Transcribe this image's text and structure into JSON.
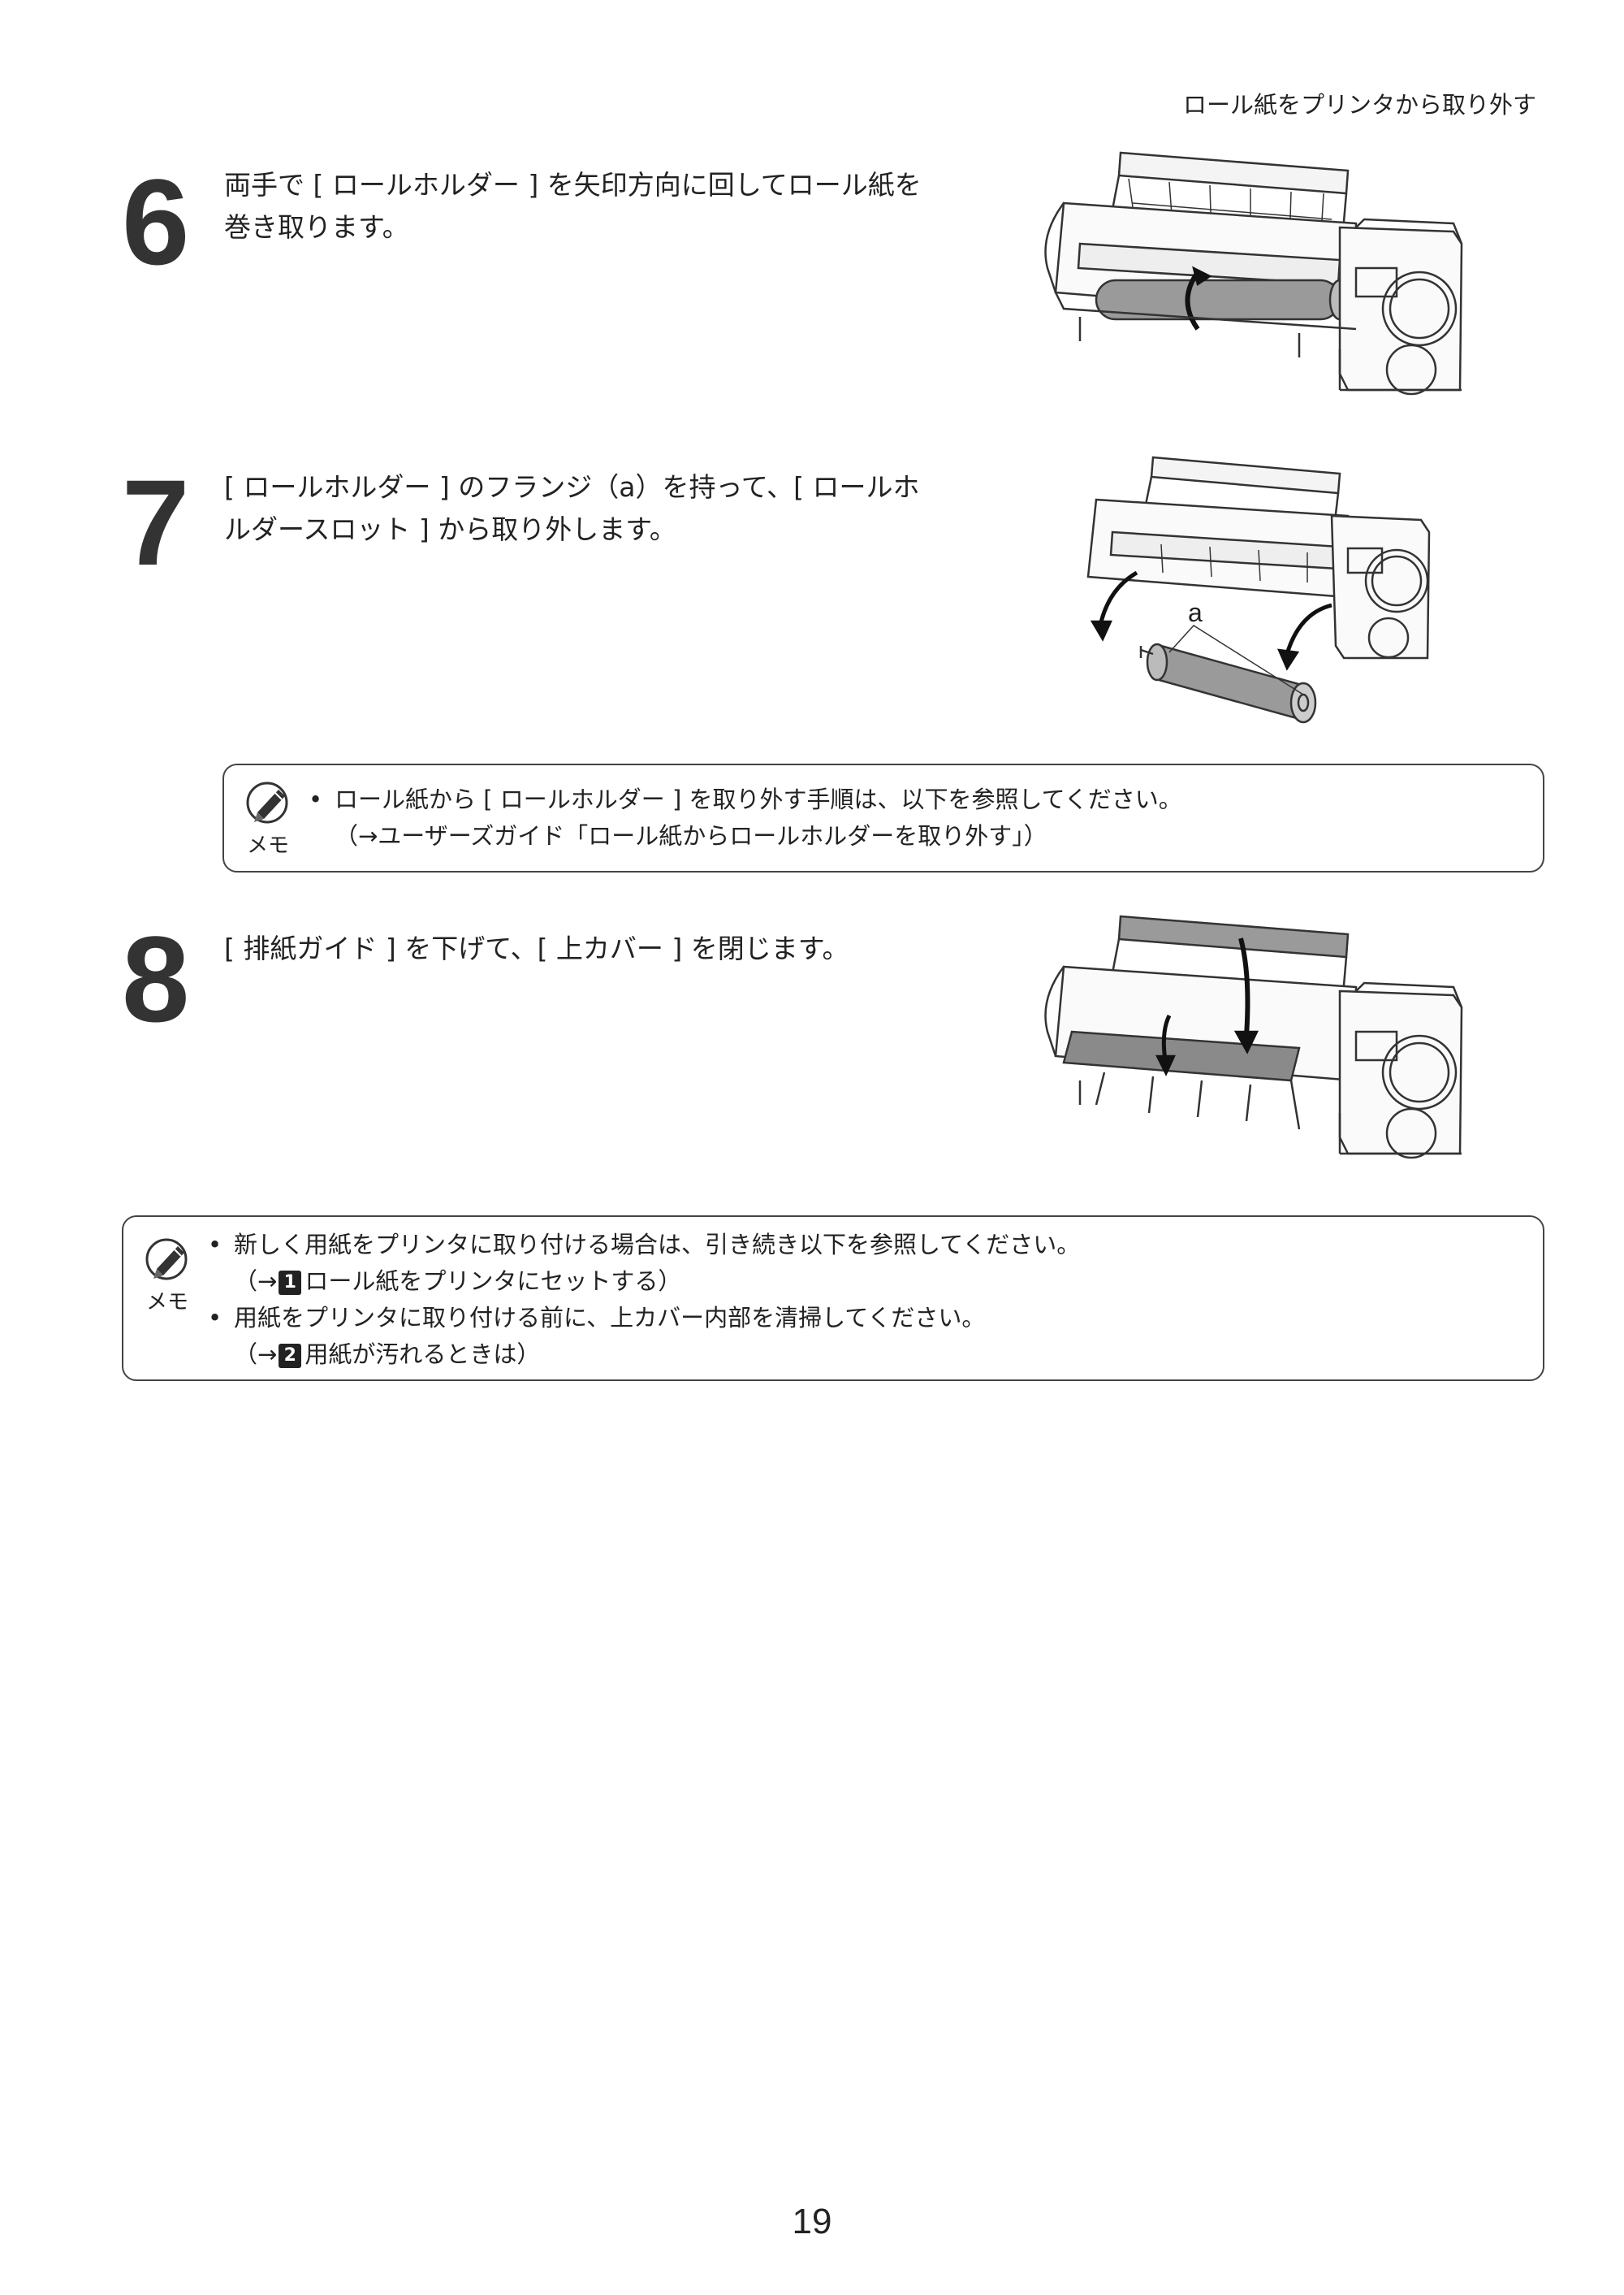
{
  "header": {
    "section_title": "ロール紙をプリンタから取り外す"
  },
  "steps": [
    {
      "number": "6",
      "text_line1": "両手で [ ロールホルダー ] を矢印方向に回してロール紙を",
      "text_line2": "巻き取ります。"
    },
    {
      "number": "7",
      "text_line1": "[ ロールホルダー ] のフランジ（a）を持って、[ ロールホ",
      "text_line2": "ルダースロット ] から取り外します。",
      "figure_label": "a"
    },
    {
      "number": "8",
      "text_line1": "[ 排紙ガイド ] を下げて、[ 上カバー ] を閉じます。"
    }
  ],
  "memo1": {
    "label": "メモ",
    "bullet": "•",
    "line1": "ロール紙から [ ロールホルダー ] を取り外す手順は、以下を参照してください。",
    "line2": "（→ユーザーズガイド「ロール紙からロールホルダーを取り外す」）"
  },
  "memo2": {
    "label": "メモ",
    "bullet": "•",
    "item1_line1": "新しく用紙をプリンタに取り付ける場合は、引き続き以下を参照してください。",
    "item1_ref_open": "（→",
    "item1_ref_num": "1",
    "item1_ref_text": "ロール紙をプリンタにセットする）",
    "item2_line1": "用紙をプリンタに取り付ける前に、上カバー内部を清掃してください。",
    "item2_ref_open": "（→",
    "item2_ref_num": "2",
    "item2_ref_text": "用紙が汚れるときは）"
  },
  "page_number": "19"
}
